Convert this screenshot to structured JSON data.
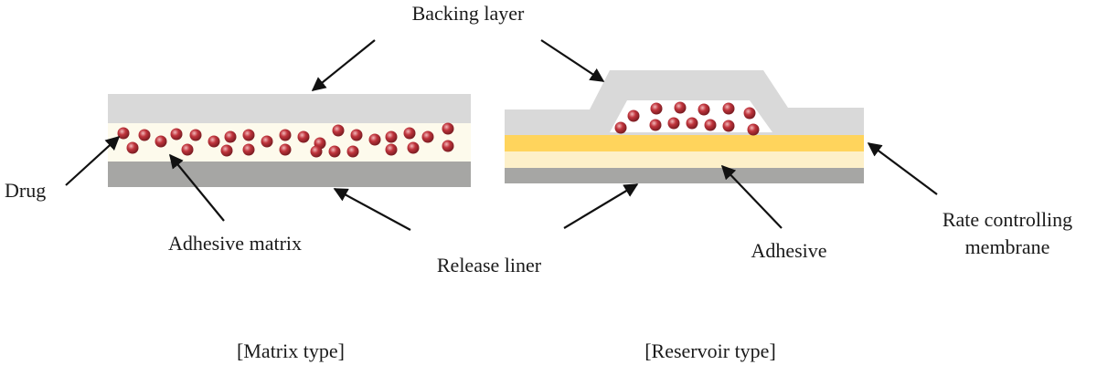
{
  "labels": {
    "backing_layer": "Backing layer",
    "drug": "Drug",
    "adhesive_matrix": "Adhesive matrix",
    "release_liner": "Release liner",
    "adhesive": "Adhesive",
    "rate_controlling_line1": "Rate controlling",
    "rate_controlling_line2": "membrane"
  },
  "captions": {
    "matrix": "[Matrix type]",
    "reservoir": "[Reservoir type]"
  },
  "colors": {
    "backing": "#d9d9d9",
    "adhesive_matrix": "#fdfaec",
    "release_liner": "#a6a6a4",
    "membrane": "#ffd45c",
    "adhesive": "#fdf0c9",
    "drug": "#c0343c",
    "drug_dark": "#7a1c22",
    "drug_highlight": "#f2b8ba",
    "arrow": "#111111"
  }
}
